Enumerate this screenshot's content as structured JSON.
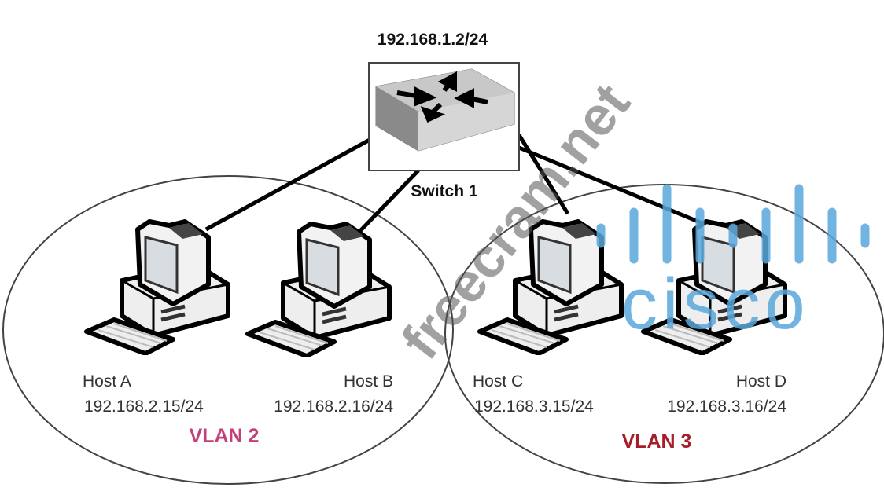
{
  "switch": {
    "ip": "192.168.1.2/24",
    "label": "Switch 1"
  },
  "hosts": [
    {
      "name": "Host A",
      "ip": "192.168.2.15/24",
      "vlan": "VLAN 2"
    },
    {
      "name": "Host B",
      "ip": "192.168.2.16/24",
      "vlan": "VLAN 2"
    },
    {
      "name": "Host C",
      "ip": "192.168.3.15/24",
      "vlan": "VLAN 3"
    },
    {
      "name": "Host D",
      "ip": "192.168.3.16/24",
      "vlan": "VLAN 3"
    }
  ],
  "vlans": [
    {
      "label": "VLAN 2",
      "color": "#c2407c"
    },
    {
      "label": "VLAN 3",
      "color": "#a31f2b"
    }
  ],
  "watermarks": {
    "site": "freecram.net",
    "logo": "cisco"
  }
}
